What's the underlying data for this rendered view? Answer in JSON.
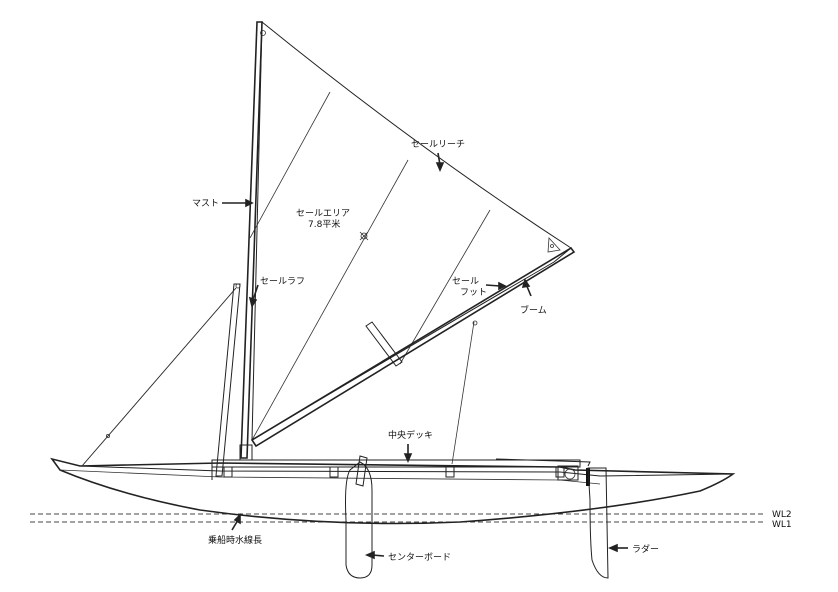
{
  "labels": {
    "mast": "マスト",
    "sail_luff": "セールラフ",
    "sail_leech": "セールリーチ",
    "sail_area_line1": "セールエリア",
    "sail_area_line2": "7.8平米",
    "sail_foot_line1": "セール",
    "sail_foot_line2": "フット",
    "boom": "ブーム",
    "center_deck": "中央デッキ",
    "waterline_length": "乗船時水線長",
    "centerboard": "センターボード",
    "rudder": "ラダー",
    "wl2": "WL2",
    "wl1": "WL1"
  }
}
